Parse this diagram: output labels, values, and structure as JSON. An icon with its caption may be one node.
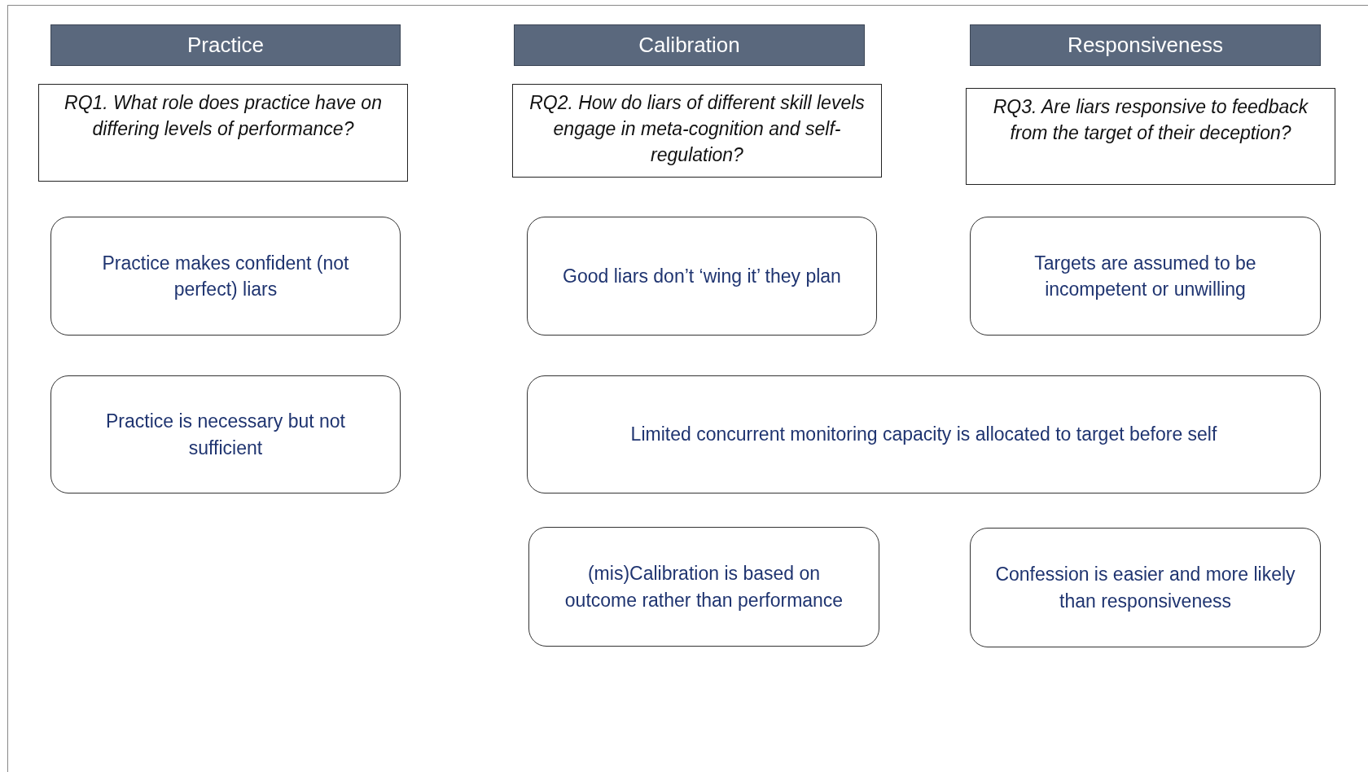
{
  "diagram": {
    "nodes": [
      {
        "text": [
          "Practice"
        ]
      },
      {
        "text": [
          "Calibration"
        ]
      },
      {
        "text": [
          "Responsiveness"
        ]
      },
      {
        "text": [
          "RQ1. What role does practice have on differing levels of performance?"
        ]
      },
      {
        "text": [
          "RQ2. How do liars of different skill levels engage in meta-cognition and self-regulation?"
        ]
      },
      {
        "text": [
          "RQ3. Are liars responsive to feedback from the target of their deception?"
        ]
      },
      {
        "text": [
          "Practice makes confident (not perfect) liars"
        ]
      },
      {
        "text": [
          "Good liars don’t ‘wing it’ they plan"
        ]
      },
      {
        "text": [
          "Targets are assumed to be incompetent or unwilling"
        ]
      },
      {
        "text": [
          "Practice is necessary but not sufficient"
        ]
      },
      {
        "text": [
          "Limited concurrent monitoring capacity is allocated to target before self"
        ]
      },
      {
        "text": [
          "(mis)Calibration is based on outcome rather than performance"
        ]
      },
      {
        "text": [
          "Confession is easier and more likely than responsiveness"
        ]
      }
    ]
  }
}
